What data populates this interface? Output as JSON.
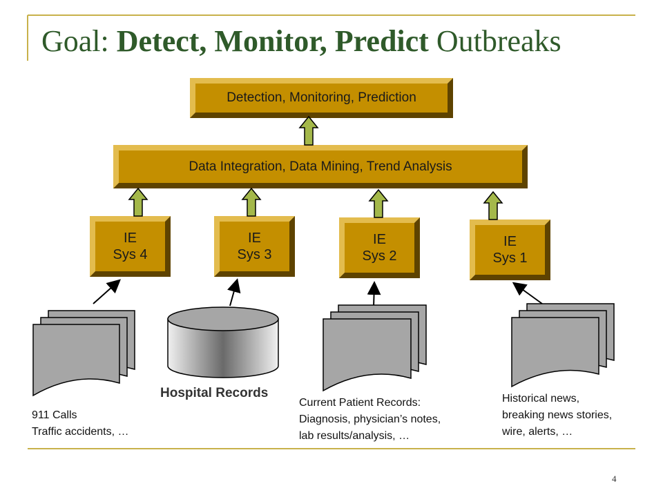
{
  "slide": {
    "title_prefix": "Goal: ",
    "title_bold": "Detect, Monitor, Predict",
    "title_suffix": " Outbreaks",
    "page_number": "4"
  },
  "diagram": {
    "top_box": "Detection, Monitoring, Prediction",
    "middle_box": "Data Integration, Data Mining, Trend Analysis",
    "ie_systems": [
      {
        "line1": "IE",
        "line2": "Sys 4"
      },
      {
        "line1": "IE",
        "line2": "Sys 3"
      },
      {
        "line1": "IE",
        "line2": "Sys 2"
      },
      {
        "line1": "IE",
        "line2": "Sys 1"
      }
    ],
    "sources": {
      "calls": {
        "line1": "911 Calls",
        "line2": "Traffic accidents, …"
      },
      "hospital": "Hospital Records",
      "patient": {
        "line1": "Current Patient Records:",
        "line2": "Diagnosis, physician’s notes,",
        "line3": "lab results/analysis, …"
      },
      "news": {
        "line1": "Historical news,",
        "line2": "breaking news stories,",
        "line3": "wire, alerts, …"
      }
    },
    "colors": {
      "box_fill": "#c48f00",
      "arrow_fill": "#a4b84a",
      "title": "#2f5a2a",
      "accent": "#c8b14a"
    }
  }
}
